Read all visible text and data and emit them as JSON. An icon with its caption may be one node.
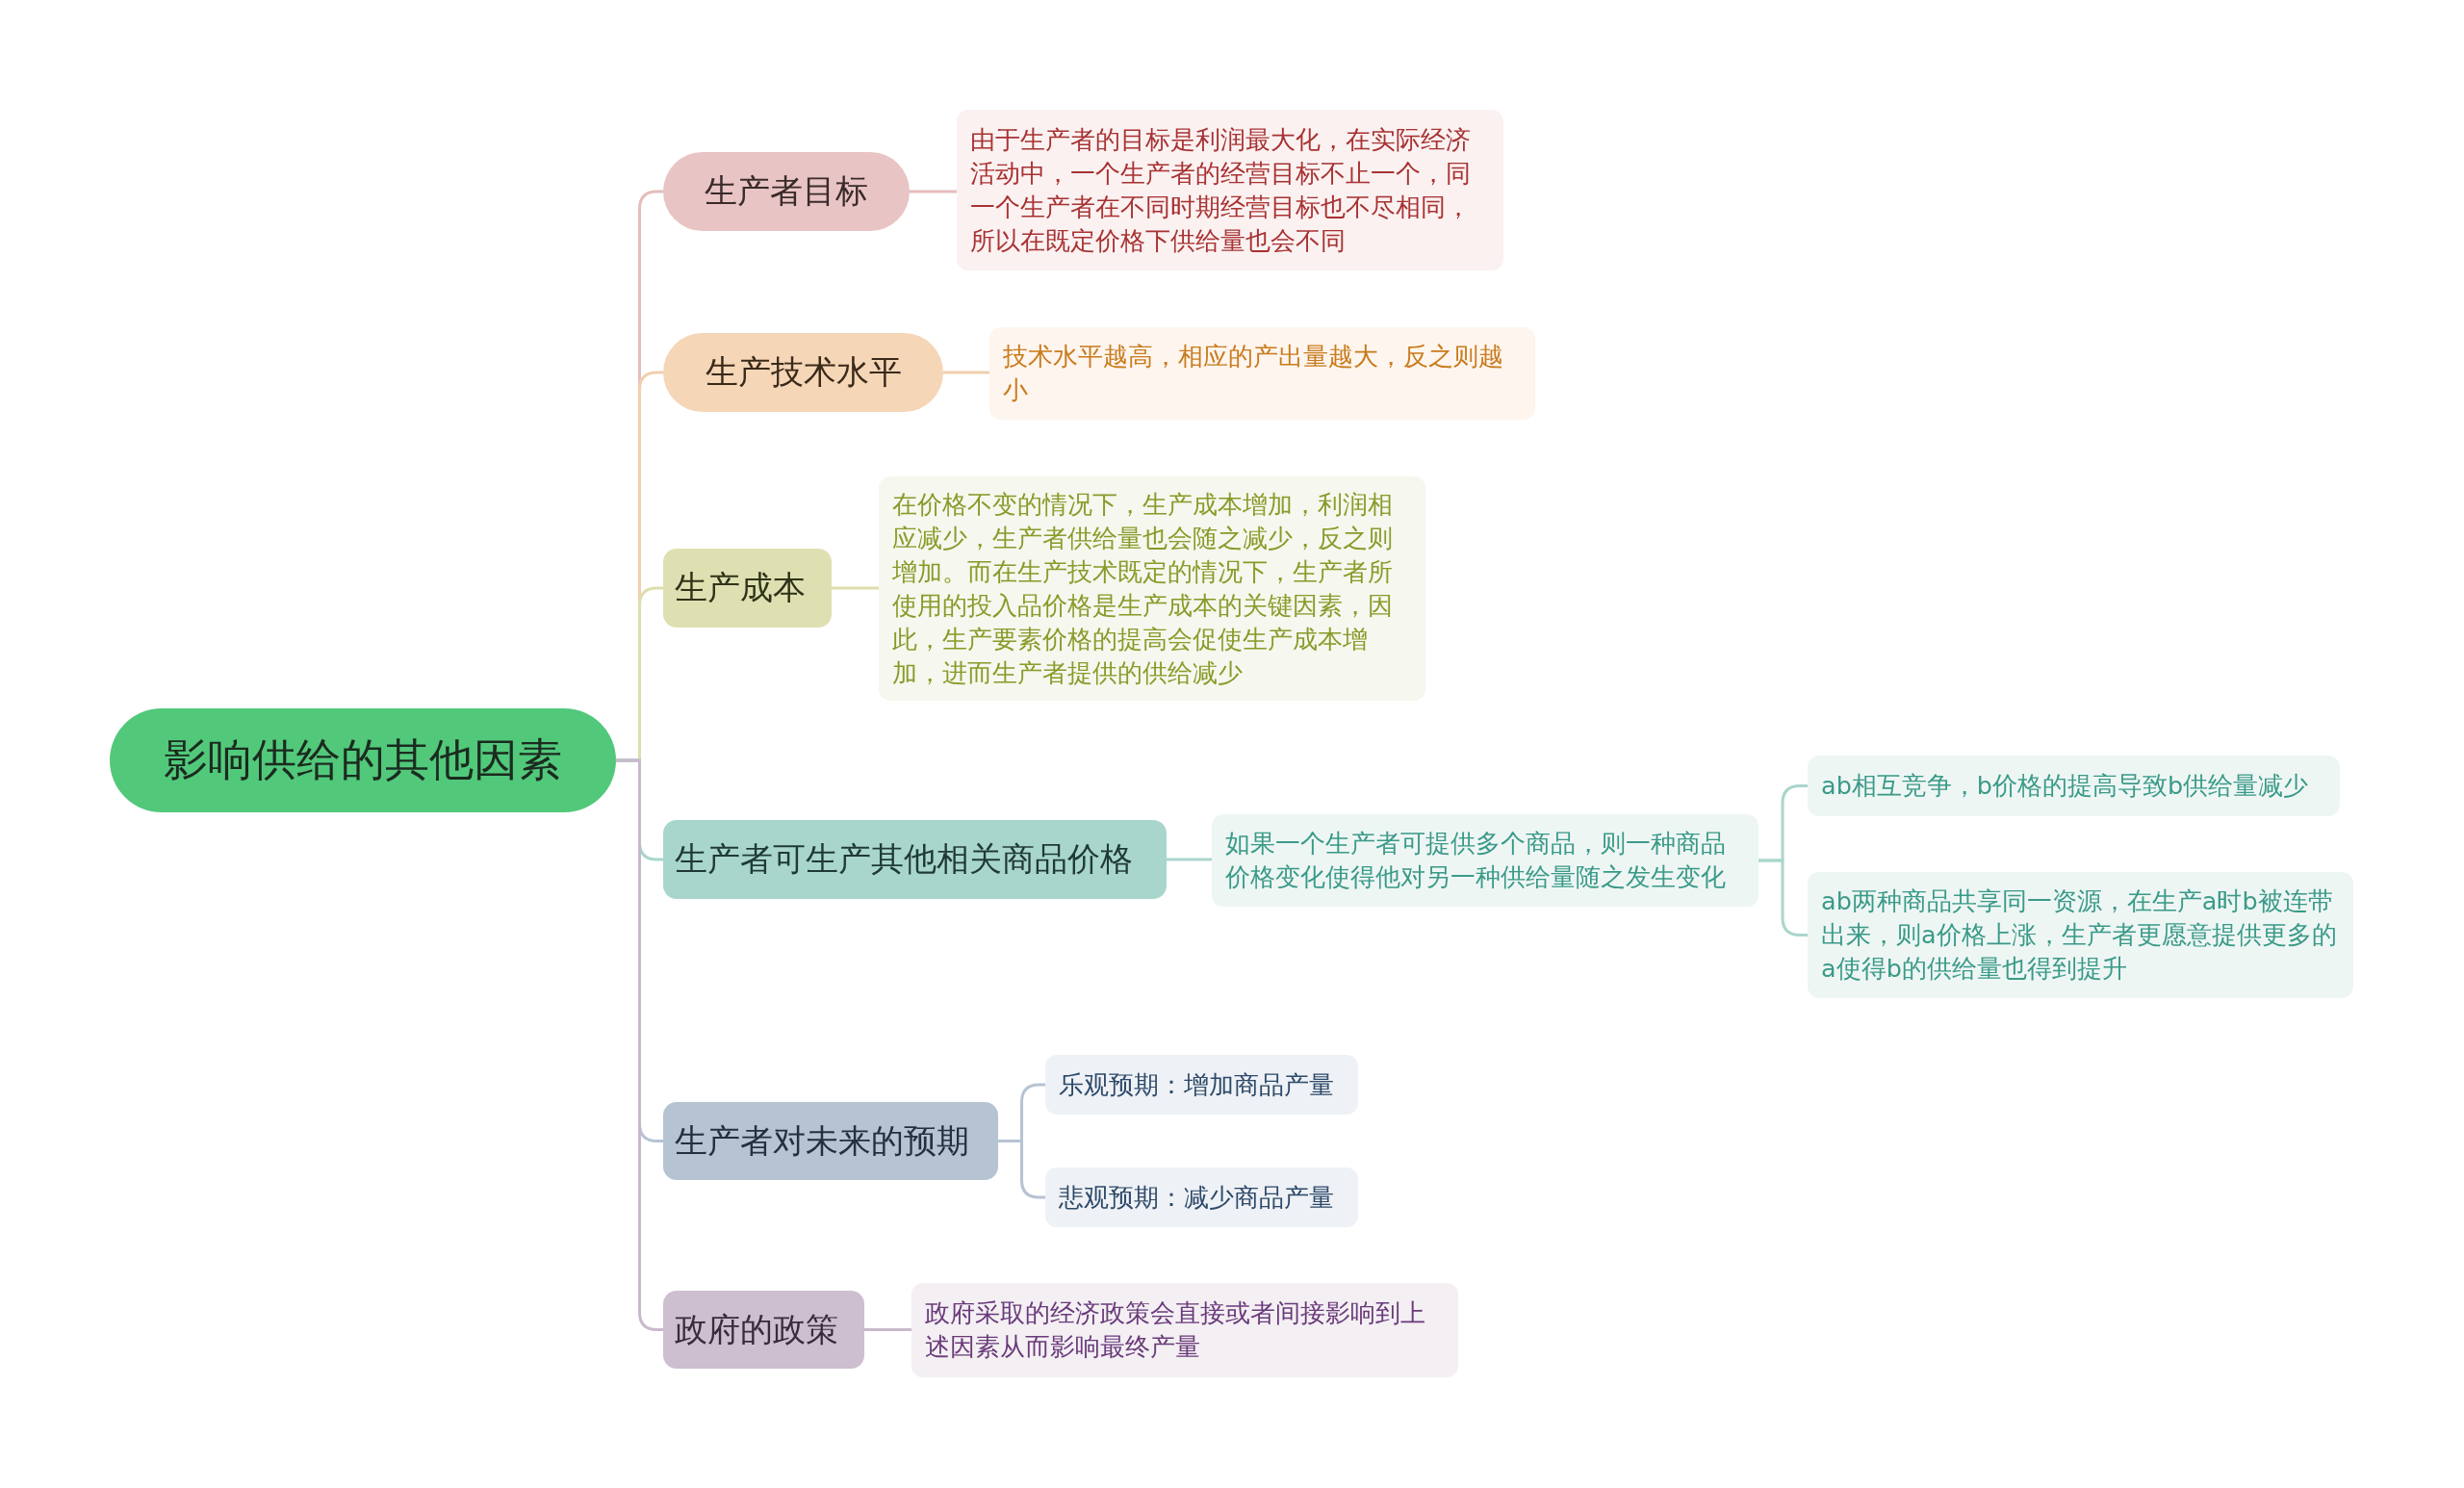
{
  "diagram": {
    "nodes": [
      {
        "text": [
          "影响供给的其他因素"
        ]
      },
      {
        "text": [
          "生产者目标"
        ]
      },
      {
        "text": [
          "由于生产者的目标是利润最大化，在实际经济活动中，一个生产者的经营目标不止一个，同一个生产者在不同时期经营目标也不尽相同，所以在既定价格下供给量也会不同"
        ]
      },
      {
        "text": [
          "生产技术水平"
        ]
      },
      {
        "text": [
          "技术水平越高，相应的产出量越大，反之则越小"
        ]
      },
      {
        "text": [
          "生产成本"
        ]
      },
      {
        "text": [
          "在价格不变的情况下，生产成本增加，利润相应减少，生产者供给量也会随之减少，反之则增加。而在生产技术既定的情况下，生产者所使用的投入品价格是生产成本的关键因素，因此，生产要素价格的提高会促使生产成本增加，进而生产者提供的供给减少"
        ]
      },
      {
        "text": [
          "生产者可生产其他相关商品价格"
        ]
      },
      {
        "text": [
          "如果一个生产者可提供多个商品，则一种商品价格变化使得他对另一种供给量随之发生变化"
        ]
      },
      {
        "text": [
          "ab相互竞争，b价格的提高导致b供给量减少"
        ]
      },
      {
        "text": [
          "ab两种商品共享同一资源，在生产a时b被连带出来，则a价格上涨，生产者更愿意提供更多的a使得b的供给量也得到提升"
        ]
      },
      {
        "text": [
          "生产者对未来的预期"
        ]
      },
      {
        "text": [
          "乐观预期：增加商品产量"
        ]
      },
      {
        "text": [
          "悲观预期：减少商品产量"
        ]
      },
      {
        "text": [
          "政府的政策"
        ]
      },
      {
        "text": [
          "政府采取的经济政策会直接或者间接影响到上述因素从而影响最终产量"
        ]
      }
    ],
    "edges": [
      {
        "from": 0,
        "to": 1,
        "arrow": "none",
        "color": "#e6bcbc"
      },
      {
        "from": 0,
        "to": 3,
        "arrow": "none",
        "color": "#f1cfae"
      },
      {
        "from": 0,
        "to": 5,
        "arrow": "none",
        "color": "#dcdeac"
      },
      {
        "from": 0,
        "to": 7,
        "arrow": "none",
        "color": "#a9d6cc"
      },
      {
        "from": 0,
        "to": 11,
        "arrow": "none",
        "color": "#b6c3d2"
      },
      {
        "from": 0,
        "to": 14,
        "arrow": "none",
        "color": "#c9b9cc"
      },
      {
        "from": 1,
        "to": 2,
        "arrow": "none",
        "color": "#e6bcbc"
      },
      {
        "from": 3,
        "to": 4,
        "arrow": "none",
        "color": "#f1cfae"
      },
      {
        "from": 5,
        "to": 6,
        "arrow": "none",
        "color": "#dcdeac"
      },
      {
        "from": 7,
        "to": 8,
        "arrow": "none",
        "color": "#a9d6cc"
      },
      {
        "from": 8,
        "to": 9,
        "arrow": "none",
        "color": "#a9d6cc"
      },
      {
        "from": 8,
        "to": 10,
        "arrow": "none",
        "color": "#a9d6cc"
      },
      {
        "from": 11,
        "to": 12,
        "arrow": "none",
        "color": "#b6c3d2"
      },
      {
        "from": 11,
        "to": 13,
        "arrow": "none",
        "color": "#b6c3d2"
      },
      {
        "from": 14,
        "to": 15,
        "arrow": "none",
        "color": "#c9b9cc"
      }
    ]
  }
}
